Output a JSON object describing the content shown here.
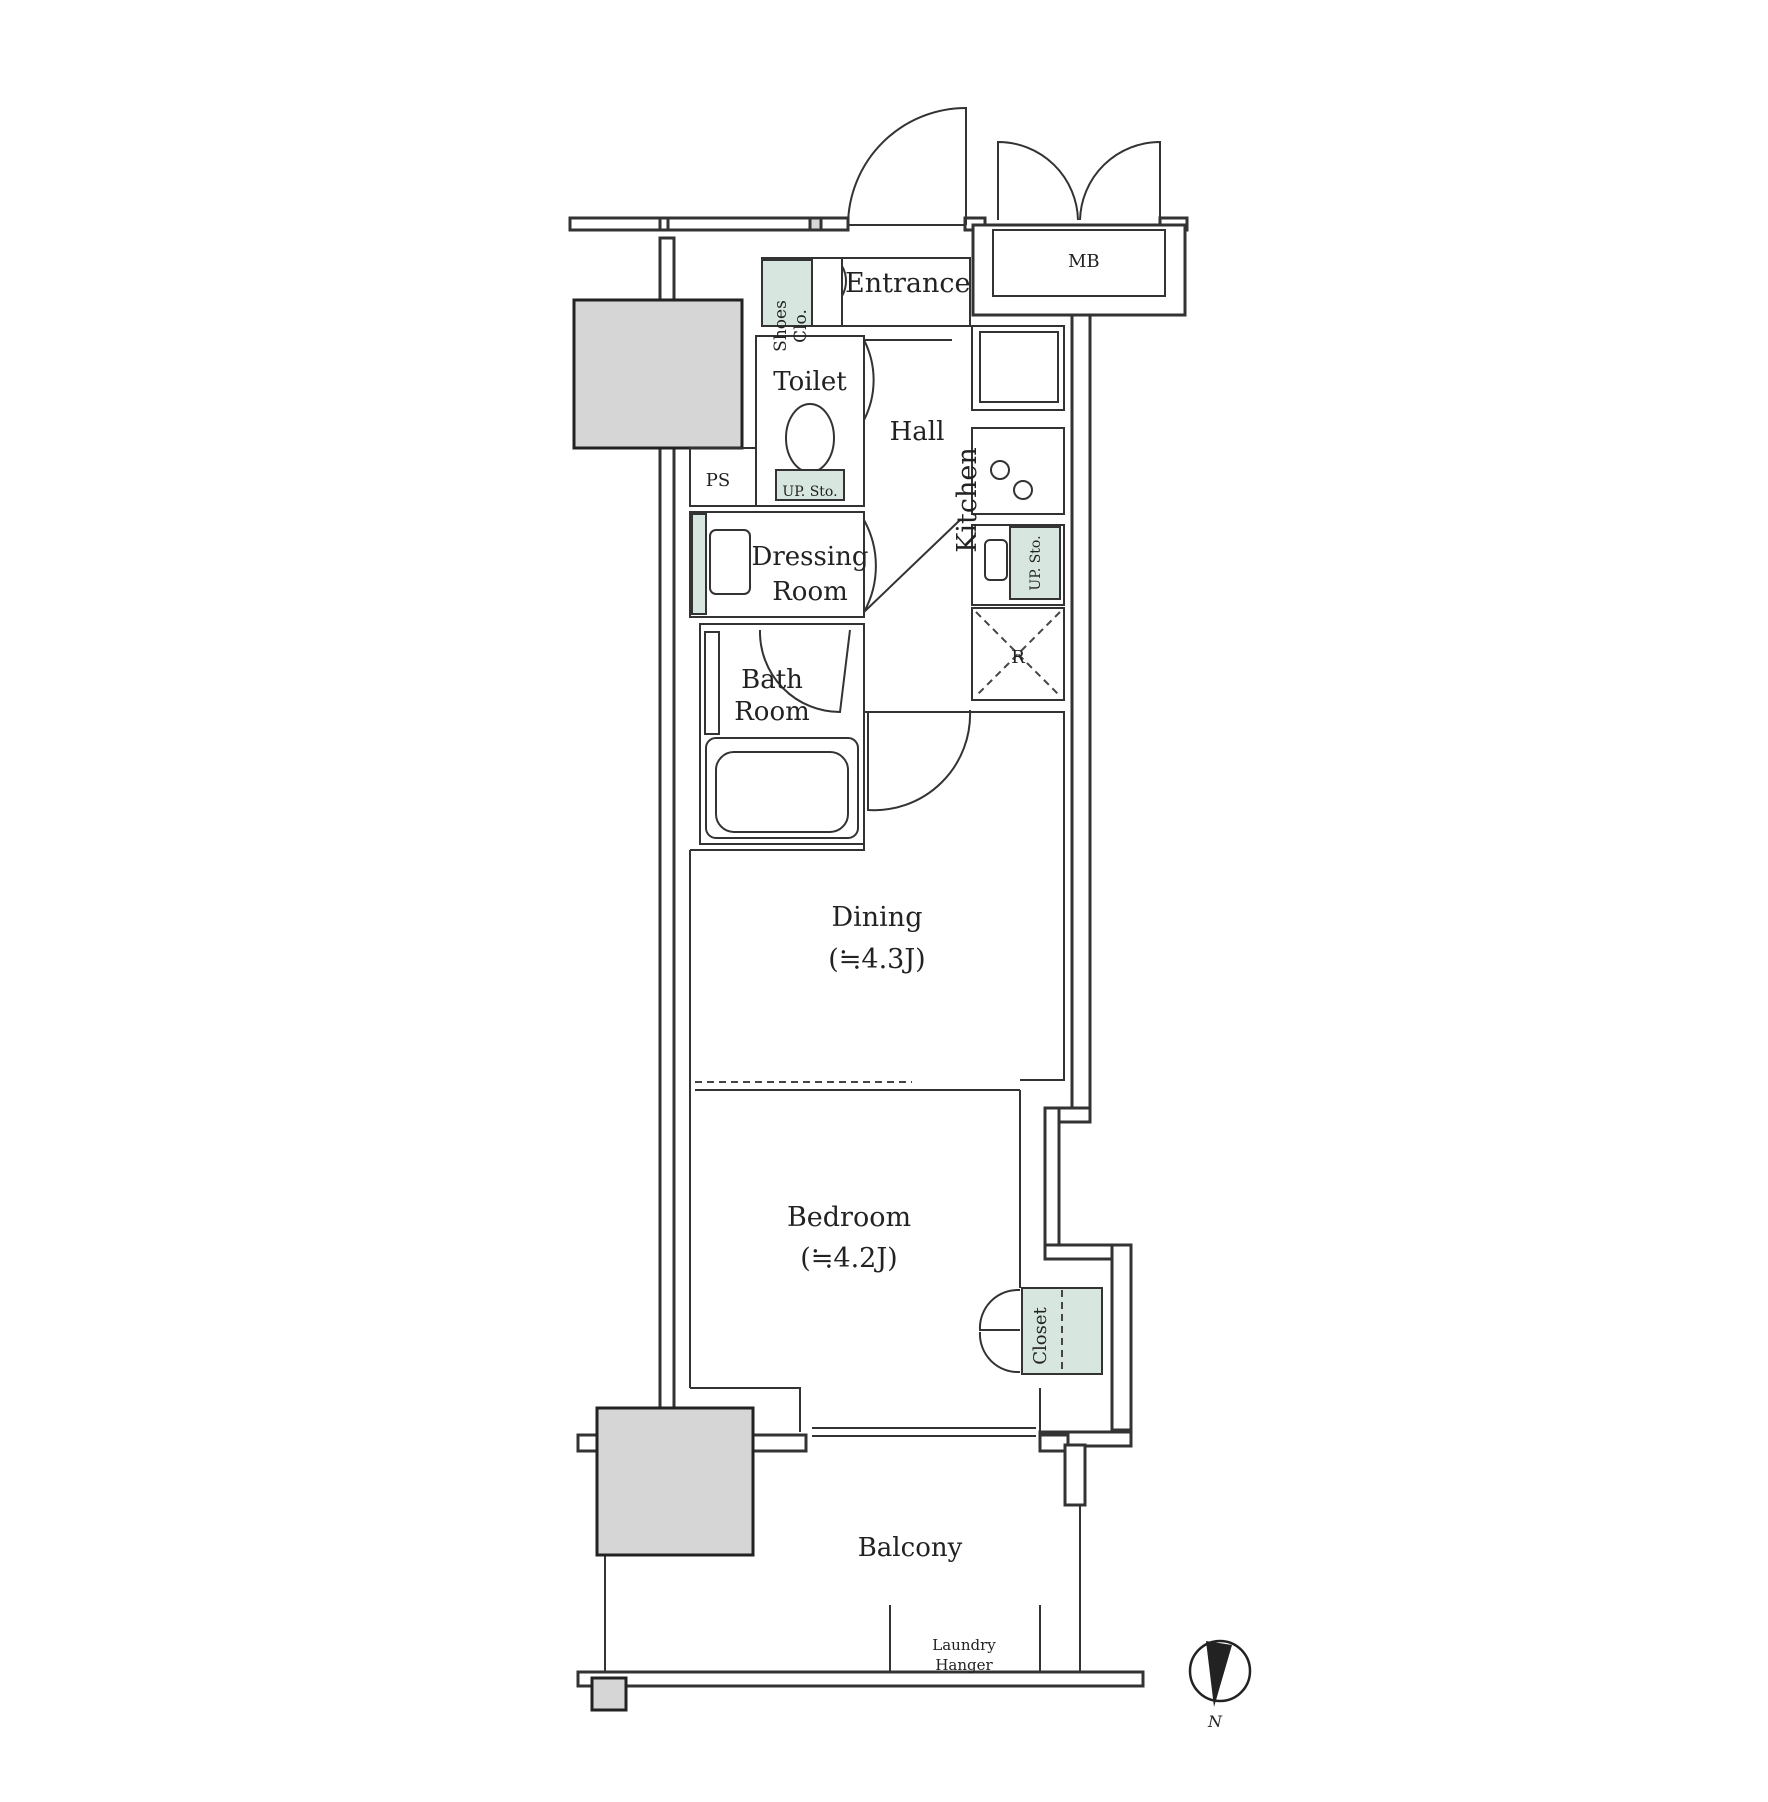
{
  "rooms": {
    "entrance": "Entrance",
    "mb": "MB",
    "shoes_closet_line1": "Shoes",
    "shoes_closet_line2": "Clo.",
    "toilet": "Toilet",
    "hall": "Hall",
    "ps": "PS",
    "up_sto_toilet": "UP. Sto.",
    "kitchen": "Kitchen",
    "up_sto_kitchen": "UP. Sto.",
    "refrigerator": "R",
    "dressing_line1": "Dressing",
    "dressing_line2": "Room",
    "bath_line1": "Bath",
    "bath_line2": "Room",
    "dining": "Dining",
    "dining_size": "(≒4.3J)",
    "bedroom": "Bedroom",
    "bedroom_size": "(≒4.2J)",
    "closet": "Closet",
    "balcony": "Balcony",
    "laundry_line1": "Laundry",
    "laundry_line2": "Hanger"
  },
  "compass": {
    "label": "N"
  },
  "colors": {
    "storage": "#d7e6df",
    "column": "#d6d6d6",
    "wall_line": "#333333"
  }
}
